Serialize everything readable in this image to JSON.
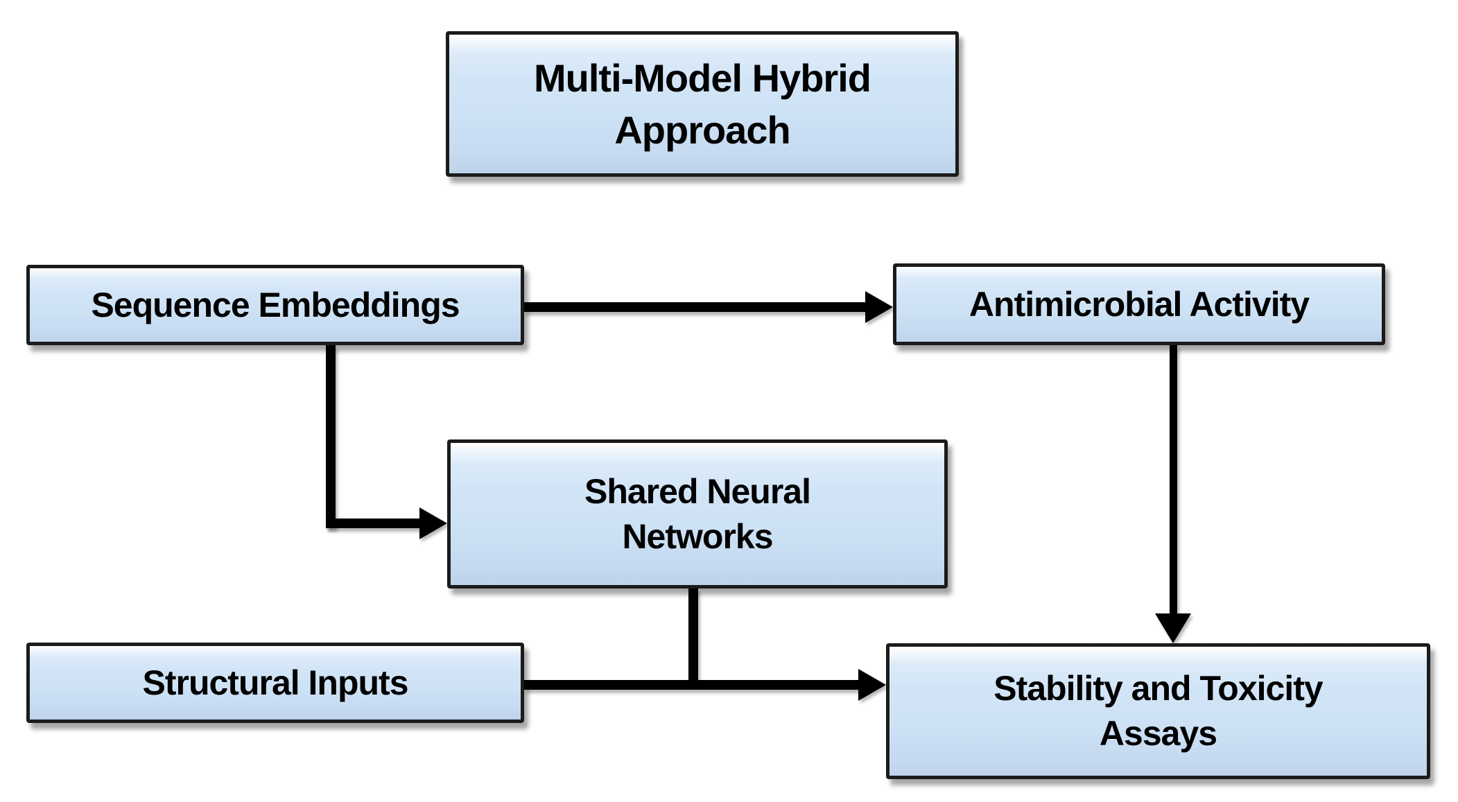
{
  "diagram": {
    "background_color": "#ffffff",
    "node_fill_color": "#cfe3f6",
    "node_highlight_color": "#ffffff",
    "node_border_color": "#1b1b1b",
    "arrow_color": "#000000",
    "text_color": "#000000",
    "nodes": [
      {
        "id": "multi-model-hybrid-approach",
        "lines": [
          "Multi-Model Hybrid",
          "Approach"
        ]
      },
      {
        "id": "sequence-embeddings",
        "lines": [
          "Sequence Embeddings"
        ]
      },
      {
        "id": "antimicrobial-activity",
        "lines": [
          "Antimicrobial Activity"
        ]
      },
      {
        "id": "shared-neural-networks",
        "lines": [
          "Shared Neural",
          "Networks"
        ]
      },
      {
        "id": "structural-inputs",
        "lines": [
          "Structural Inputs"
        ]
      },
      {
        "id": "stability-and-toxicity-assays",
        "lines": [
          "Stability and Toxicity",
          "Assays"
        ]
      }
    ],
    "edges": [
      {
        "from": "sequence-embeddings",
        "to": "antimicrobial-activity",
        "style": "straight-arrow"
      },
      {
        "from": "sequence-embeddings",
        "to": "shared-neural-networks",
        "style": "elbow-arrow"
      },
      {
        "from": "antimicrobial-activity",
        "to": "stability-and-toxicity-assays",
        "style": "straight-arrow"
      },
      {
        "from": "shared-neural-networks",
        "to": "structural-inputs-connector",
        "style": "plain-line"
      },
      {
        "from": "structural-inputs",
        "to": "stability-and-toxicity-assays",
        "style": "straight-arrow"
      }
    ]
  }
}
